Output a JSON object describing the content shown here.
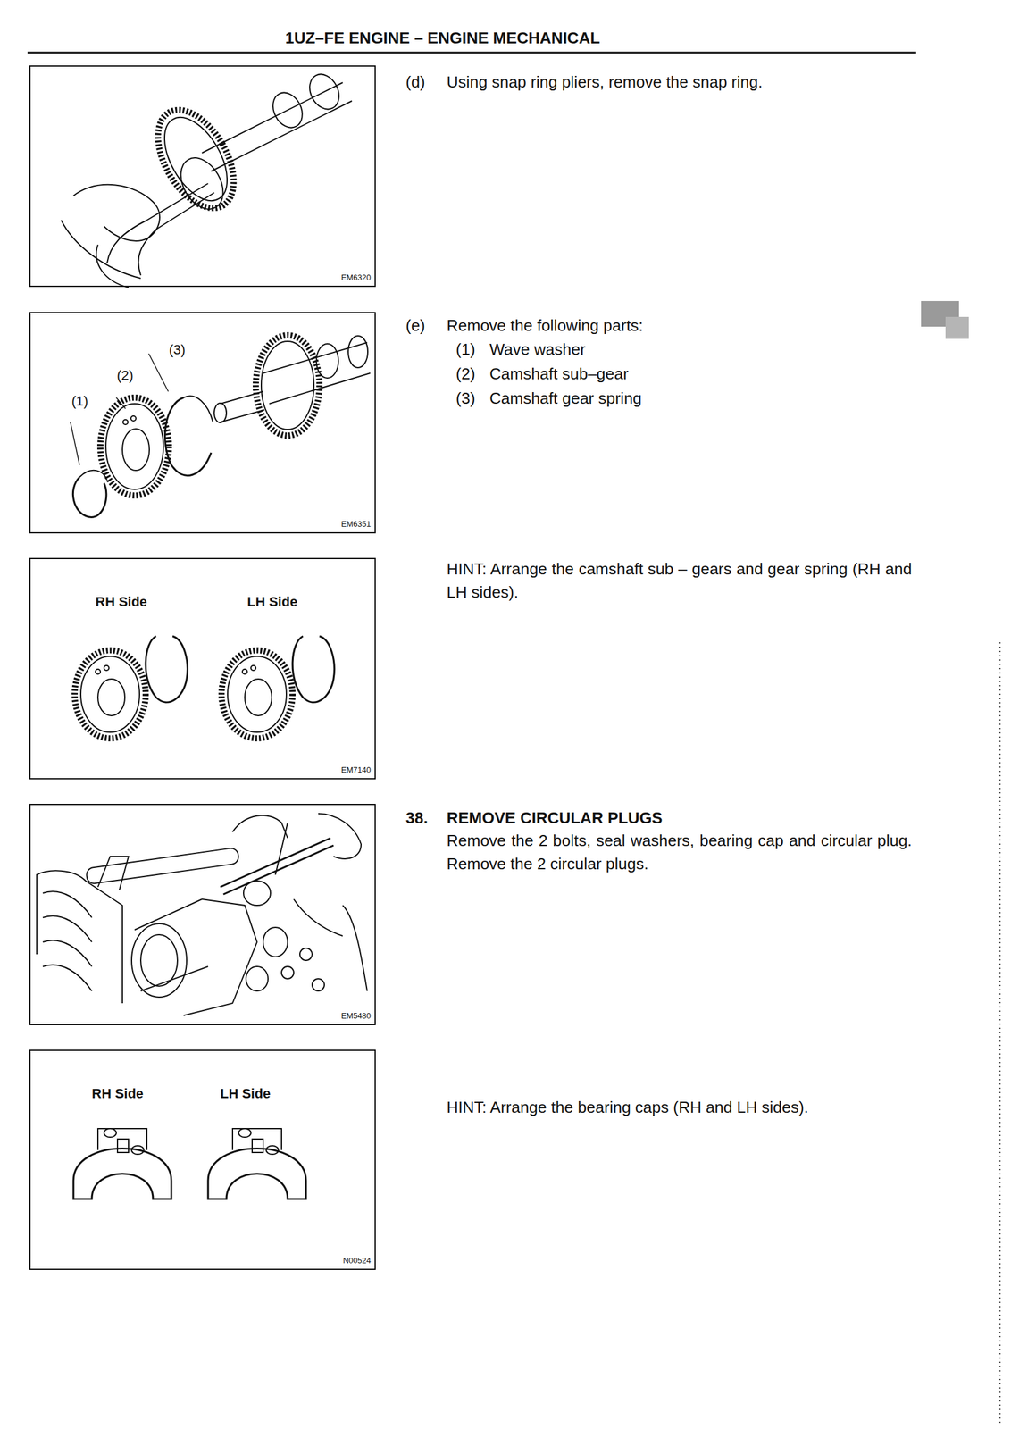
{
  "diagram": {
    "title": "1UZ–FE ENGINE – ENGINE MECHANICAL",
    "nodes": [
      {
        "text": [
          "EM6320"
        ]
      },
      {
        "text": [
          "(3)",
          "(2)",
          "(1)",
          "EM6351"
        ]
      },
      {
        "text": [
          "RH Side",
          "LH Side",
          "EM7140"
        ]
      },
      {
        "text": [
          "EM5480"
        ]
      },
      {
        "text": [
          "RH Side",
          "LH Side",
          "N00524"
        ]
      }
    ],
    "labels": [
      "(d)",
      "Using snap ring pliers, remove the snap ring.",
      "(e)",
      "Remove the following parts:",
      "(1)",
      "Wave washer",
      "(2)",
      "Camshaft sub–gear",
      "(3)",
      "Camshaft gear spring",
      "HINT: Arrange the camshaft sub – gears and gear spring (RH and LH sides).",
      "38.",
      "REMOVE CIRCULAR PLUGS",
      "Remove the 2 bolts, seal washers, bearing cap and circular plug. Remove the 2 circular plugs.",
      "HINT: Arrange the bearing caps (RH and LH sides)."
    ]
  }
}
